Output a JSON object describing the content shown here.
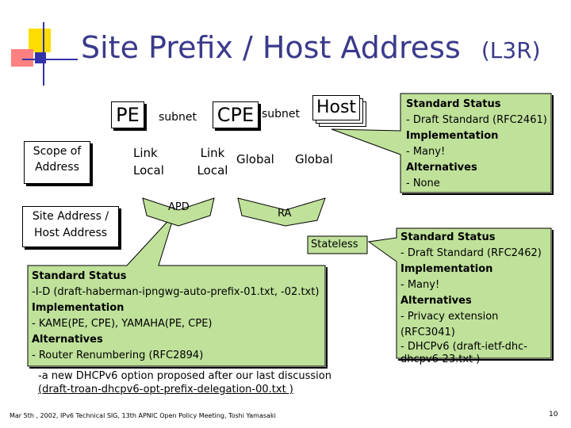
{
  "slide": {
    "title": "Site Prefix / Host Address",
    "title_suffix": "(L3R)",
    "page_number": "10",
    "footer": "Mar 5th , 2002, IPv6 Technical SIG, 13th APNIC Open Policy Meeting, Toshi Yamasaki"
  },
  "diagram": {
    "pe": "PE",
    "subnet_1": "subnet",
    "cpe": "CPE",
    "subnet_2": "subnet",
    "host": "Host",
    "scope_label": "Scope of Address",
    "pe_scope": "Link Local",
    "cpe_scope_1": "Link Local",
    "cpe_scope_2": "Global",
    "host_scope": "Global",
    "site_host_label": "Site Address / Host Address",
    "apd": "APD",
    "ra": "RA",
    "stateless": "Stateless"
  },
  "callout_top_right": {
    "lines": [
      "Standard Status",
      "- Draft Standard (RFC2461)",
      "Implementation",
      "- Many!",
      "Alternatives",
      "- None"
    ]
  },
  "callout_mid_right": {
    "lines": [
      "Standard Status",
      "- Draft Standard (RFC2462)",
      "Implementation",
      "- Many!",
      "Alternatives",
      "- Privacy extension (RFC3041)",
      "- DHCPv6 (draft-ietf-dhc-",
      "dhcpv6-23.txt )"
    ]
  },
  "callout_bottom_left": {
    "lines": [
      "Standard Status",
      "-I-D (draft-haberman-ipngwg-auto-prefix-01.txt, -02.txt)",
      "Implementation",
      "- KAME(PE, CPE), YAMAHA(PE, CPE)",
      "Alternatives",
      "- Router Renumbering (RFC2894)"
    ]
  },
  "note": {
    "text": "-a new DHCPv6 option proposed after our last discussion",
    "link": "(draft-troan-dhcpv6-opt-prefix-delegation-00.txt )"
  },
  "colors": {
    "callout_fill": "#bfe19a",
    "title": "#3a3a8c",
    "logo_yellow": "#ffdd00",
    "logo_red": "#ff6666",
    "logo_blue": "#3333aa"
  }
}
